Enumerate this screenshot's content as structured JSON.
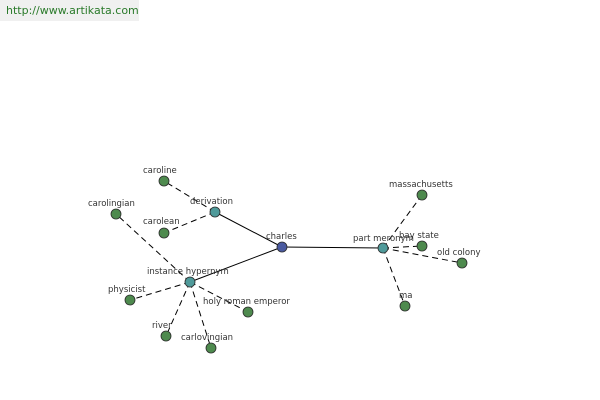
{
  "banner": {
    "url": "http://www.artikata.com"
  },
  "colors": {
    "root": "#4a5aa0",
    "relation": "#4f9a9a",
    "leaf": "#4e8a4e"
  },
  "graph": {
    "nodes": [
      {
        "id": "charles",
        "label": "charles",
        "kind": "root"
      },
      {
        "id": "derivation",
        "label": "derivation",
        "kind": "relation"
      },
      {
        "id": "instance_hypernym",
        "label": "instance hypernym",
        "kind": "relation"
      },
      {
        "id": "part_meronym",
        "label": "part meronym",
        "kind": "relation"
      },
      {
        "id": "caroline",
        "label": "caroline",
        "kind": "leaf"
      },
      {
        "id": "carolean",
        "label": "carolean",
        "kind": "leaf"
      },
      {
        "id": "carolingian",
        "label": "carolingian",
        "kind": "leaf"
      },
      {
        "id": "physicist",
        "label": "physicist",
        "kind": "leaf"
      },
      {
        "id": "river",
        "label": "river",
        "kind": "leaf"
      },
      {
        "id": "carlovingian",
        "label": "carlovingian",
        "kind": "leaf"
      },
      {
        "id": "holy_roman_emperor",
        "label": "holy roman emperor",
        "kind": "leaf"
      },
      {
        "id": "massachusetts",
        "label": "massachusetts",
        "kind": "leaf"
      },
      {
        "id": "bay_state",
        "label": "bay state",
        "kind": "leaf"
      },
      {
        "id": "old_colony",
        "label": "old colony",
        "kind": "leaf"
      },
      {
        "id": "ma",
        "label": "ma",
        "kind": "leaf"
      }
    ],
    "edges": [
      {
        "from": "charles",
        "to": "derivation",
        "style": "solid"
      },
      {
        "from": "charles",
        "to": "instance_hypernym",
        "style": "solid"
      },
      {
        "from": "charles",
        "to": "part_meronym",
        "style": "solid"
      },
      {
        "from": "derivation",
        "to": "caroline",
        "style": "dashed"
      },
      {
        "from": "derivation",
        "to": "carolean",
        "style": "dashed"
      },
      {
        "from": "instance_hypernym",
        "to": "carolingian",
        "style": "dashed"
      },
      {
        "from": "instance_hypernym",
        "to": "physicist",
        "style": "dashed"
      },
      {
        "from": "instance_hypernym",
        "to": "river",
        "style": "dashed"
      },
      {
        "from": "instance_hypernym",
        "to": "carlovingian",
        "style": "dashed"
      },
      {
        "from": "instance_hypernym",
        "to": "holy_roman_emperor",
        "style": "dashed"
      },
      {
        "from": "part_meronym",
        "to": "massachusetts",
        "style": "dashed"
      },
      {
        "from": "part_meronym",
        "to": "bay_state",
        "style": "dashed"
      },
      {
        "from": "part_meronym",
        "to": "old_colony",
        "style": "dashed"
      },
      {
        "from": "part_meronym",
        "to": "ma",
        "style": "dashed"
      }
    ]
  }
}
